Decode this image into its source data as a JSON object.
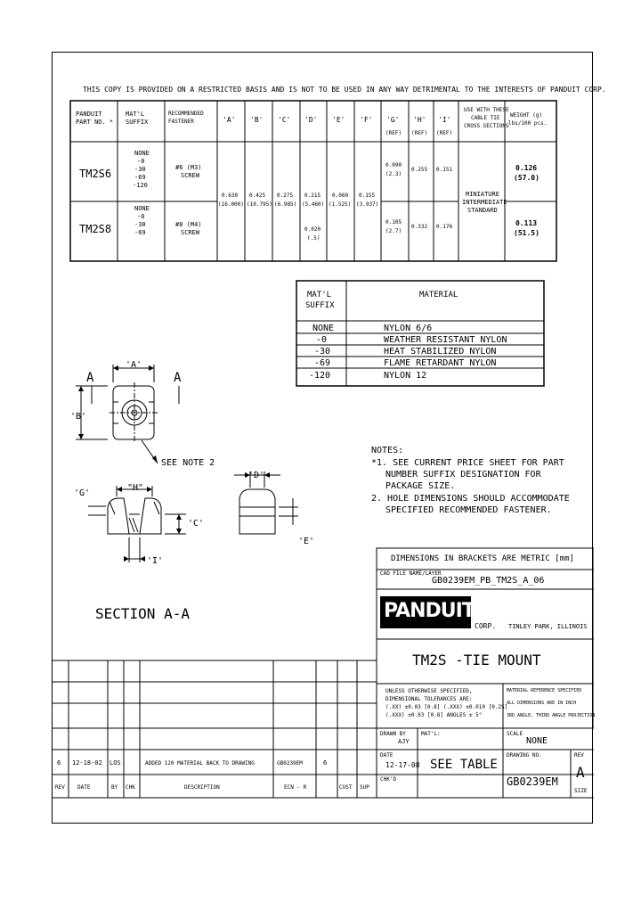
{
  "header_notice": "THIS COPY IS PROVIDED ON A RESTRICTED BASIS AND IS NOT TO BE USED IN ANY WAY DETRIMENTAL TO THE INTERESTS OF PANDUIT CORP.",
  "spec_table": {
    "headers": {
      "part": [
        "PANDUIT",
        "PART NO. *"
      ],
      "suffix": [
        "MAT'L",
        "SUFFIX"
      ],
      "fastener": [
        "RECOMMENDED",
        "FASTENER"
      ],
      "a": "'A'",
      "b": "'B'",
      "c": "'C'",
      "d": "'D'",
      "e": "'E'",
      "f": "'F'",
      "g": "'G'",
      "h": "'H'",
      "i": "'I'",
      "ref": "(REF)",
      "use": [
        "USE WITH THESE",
        "CABLE TIE",
        "CROSS SECTIONS"
      ],
      "weight": [
        "WEIGHT (g)",
        "lbs/100 pcs."
      ]
    },
    "rows": [
      {
        "part": "TM2S6",
        "suffixes": [
          "NONE",
          "-0",
          "-30",
          "-69",
          "-120"
        ],
        "fastener": [
          "#6 (M3)",
          "SCREW"
        ],
        "g": "0.090",
        "g_mm": "(2.3)",
        "h": "0.255",
        "i": "0.151",
        "weight": "0.126",
        "weight_mm": "(57.0)"
      },
      {
        "part": "TM2S8",
        "suffixes": [
          "NONE",
          "-0",
          "-30",
          "-69"
        ],
        "fastener": [
          "#8 (M4)",
          "SCREW"
        ],
        "g": "0.105",
        "g_mm": "(2.7)",
        "h": "0.332",
        "i": "0.176",
        "weight": "0.113",
        "weight_mm": "(51.5)"
      }
    ],
    "shared": {
      "a": "0.630",
      "a_mm": "(16.000)",
      "b": "0.425",
      "b_mm": "(10.795)",
      "c": "0.275",
      "c_mm": "(6.985)",
      "d": "0.215",
      "d_mm": "(5.460)",
      "d2": "0.020",
      "d2_mm": "(.5)",
      "e": "0.060",
      "e_mm": "(1.525)",
      "f": "0.155",
      "f_mm": "(3.937)",
      "use": [
        "MINIATURE",
        "INTERMEDIATE",
        "STANDARD"
      ]
    }
  },
  "material_table": {
    "header_suffix": [
      "MAT'L",
      "SUFFIX"
    ],
    "header_material": "MATERIAL",
    "rows": [
      {
        "suffix": "NONE",
        "material": "NYLON 6/6"
      },
      {
        "suffix": "-0",
        "material": "WEATHER RESISTANT NYLON"
      },
      {
        "suffix": "-30",
        "material": "HEAT STABILIZED NYLON"
      },
      {
        "suffix": "-69",
        "material": "FLAME RETARDANT NYLON"
      },
      {
        "suffix": "-120",
        "material": "NYLON 12"
      }
    ]
  },
  "drawing_labels": {
    "dim_a": "'A'",
    "sec_a_left": "A",
    "sec_a_right": "A",
    "dim_b": "'B'",
    "see_note": "SEE NOTE 2",
    "dim_h": "\"H\"",
    "dim_g": "'G'",
    "dim_c": "'C'",
    "dim_i": "'I'",
    "dim_d": "'D'",
    "dim_e": "'E'",
    "section": "SECTION A-A"
  },
  "notes": {
    "title": "NOTES:",
    "items": [
      [
        "*1. SEE CURRENT PRICE SHEET FOR PART",
        "NUMBER SUFFIX DESIGNATION FOR",
        "PACKAGE SIZE."
      ],
      [
        "2. HOLE DIMENSIONS SHOULD ACCOMMODATE",
        "SPECIFIED RECOMMENDED FASTENER."
      ]
    ]
  },
  "title_block": {
    "metric_note": "DIMENSIONS IN BRACKETS ARE METRIC [mm]",
    "filename_label": "CAD FILE NAME/LAYER",
    "filename": "GB0239EM_PB_TM2S_A_06",
    "logo": "PANDUIT",
    "corp": "CORP.",
    "location": "TINLEY PARK, ILLINOIS",
    "title": "TM2S -TIE MOUNT",
    "tolerances": [
      "UNLESS OTHERWISE SPECIFIED,",
      "DIMENSIONAL TOLERANCES ARE:",
      "(.XX) ±0.03 [0.8] (.XXX) ±0.010 [0.25]",
      "(.XXX) ±0.03 [0.8] ANGLES ± 5°"
    ],
    "right_notes": [
      "MATERIAL REFERENCE SPECIFIED",
      "ALL DIMENSIONS ARE IN INCH",
      "3RD ANGLE, THIRD ANGLE PROJECTION"
    ],
    "drawn_by_label": "DRAWN BY",
    "drawn_by": "AJY",
    "matl_label": "MAT'L:",
    "scale_label": "SCALE",
    "scale": "NONE",
    "date_label": "DATE",
    "date": "12-17-08",
    "material_value": "SEE TABLE",
    "chkd_label": "CHK'D",
    "drawing_no_label": "DRAWING NO.",
    "drawing_no": "GB0239EM",
    "rev_label": "REV",
    "rev": "A",
    "size_label": "SIZE"
  },
  "revision": {
    "row": {
      "rev": "6",
      "date": "12-18-02",
      "by": "LOS",
      "chk": "",
      "description": "ADDED 120 MATERIAL BACK TO DRAWING",
      "ecn": "GB0239EM",
      "r": "6",
      "cust": "",
      "sup": ""
    },
    "headers": {
      "rev": "REV",
      "date": "DATE",
      "by": "BY",
      "chk": "CHK",
      "description": "DESCRIPTION",
      "ecn": "ECN - R",
      "cust": "CUST",
      "sup": "SUP"
    }
  }
}
